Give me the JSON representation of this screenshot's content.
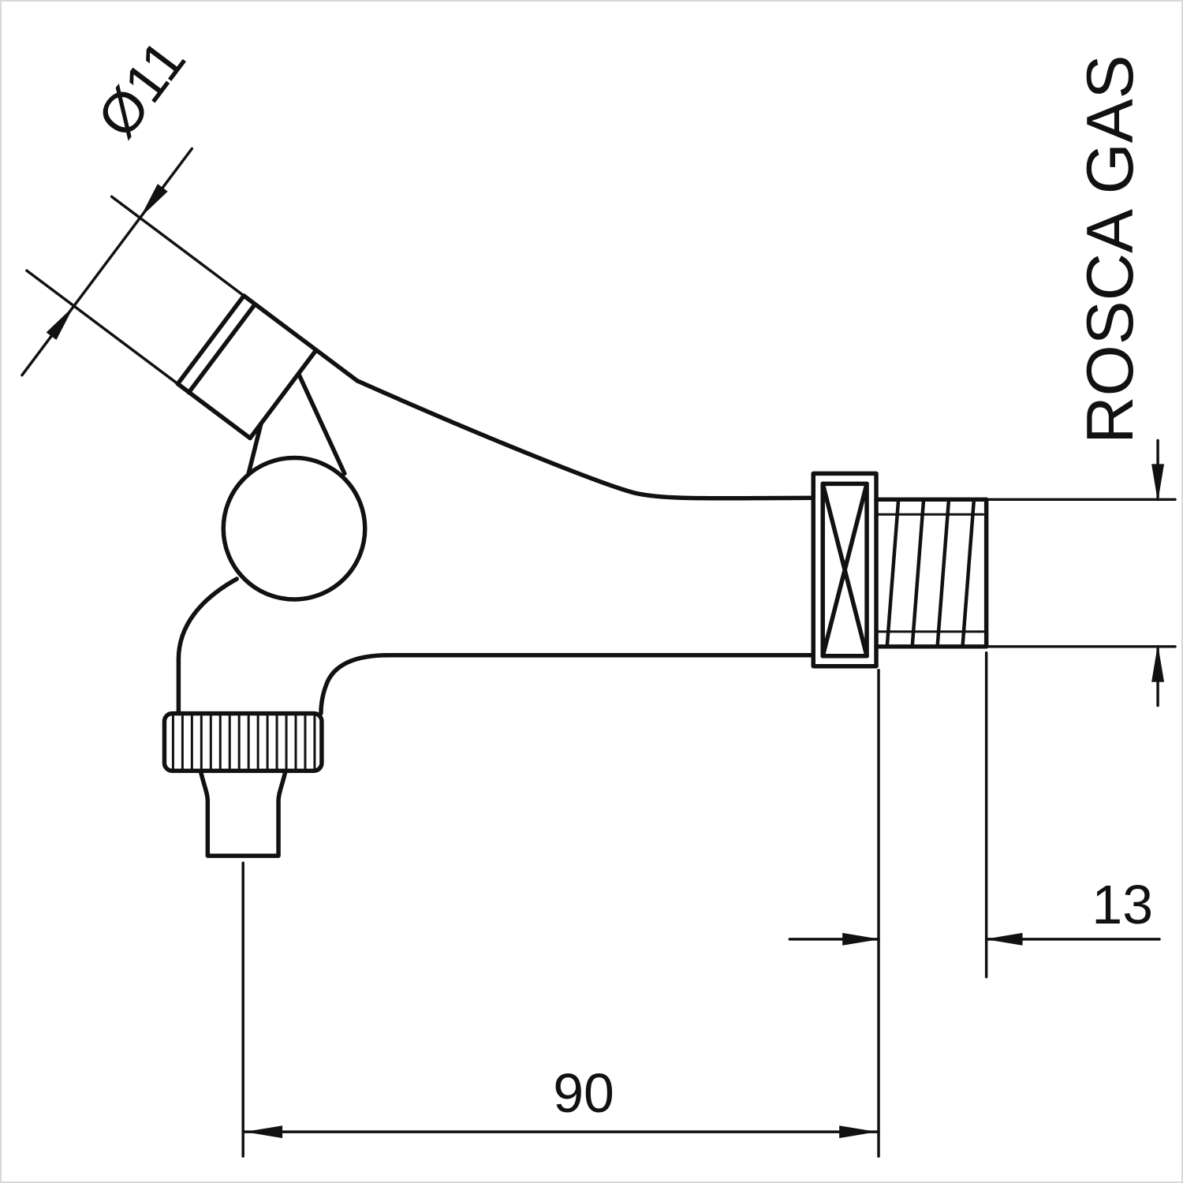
{
  "drawing": {
    "background": "#ffffff",
    "line_color": "#111111",
    "labels": {
      "spout_diameter": "Ø11",
      "thread_type": "ROSCA GAS",
      "thread_length": "13",
      "body_length": "90"
    }
  }
}
